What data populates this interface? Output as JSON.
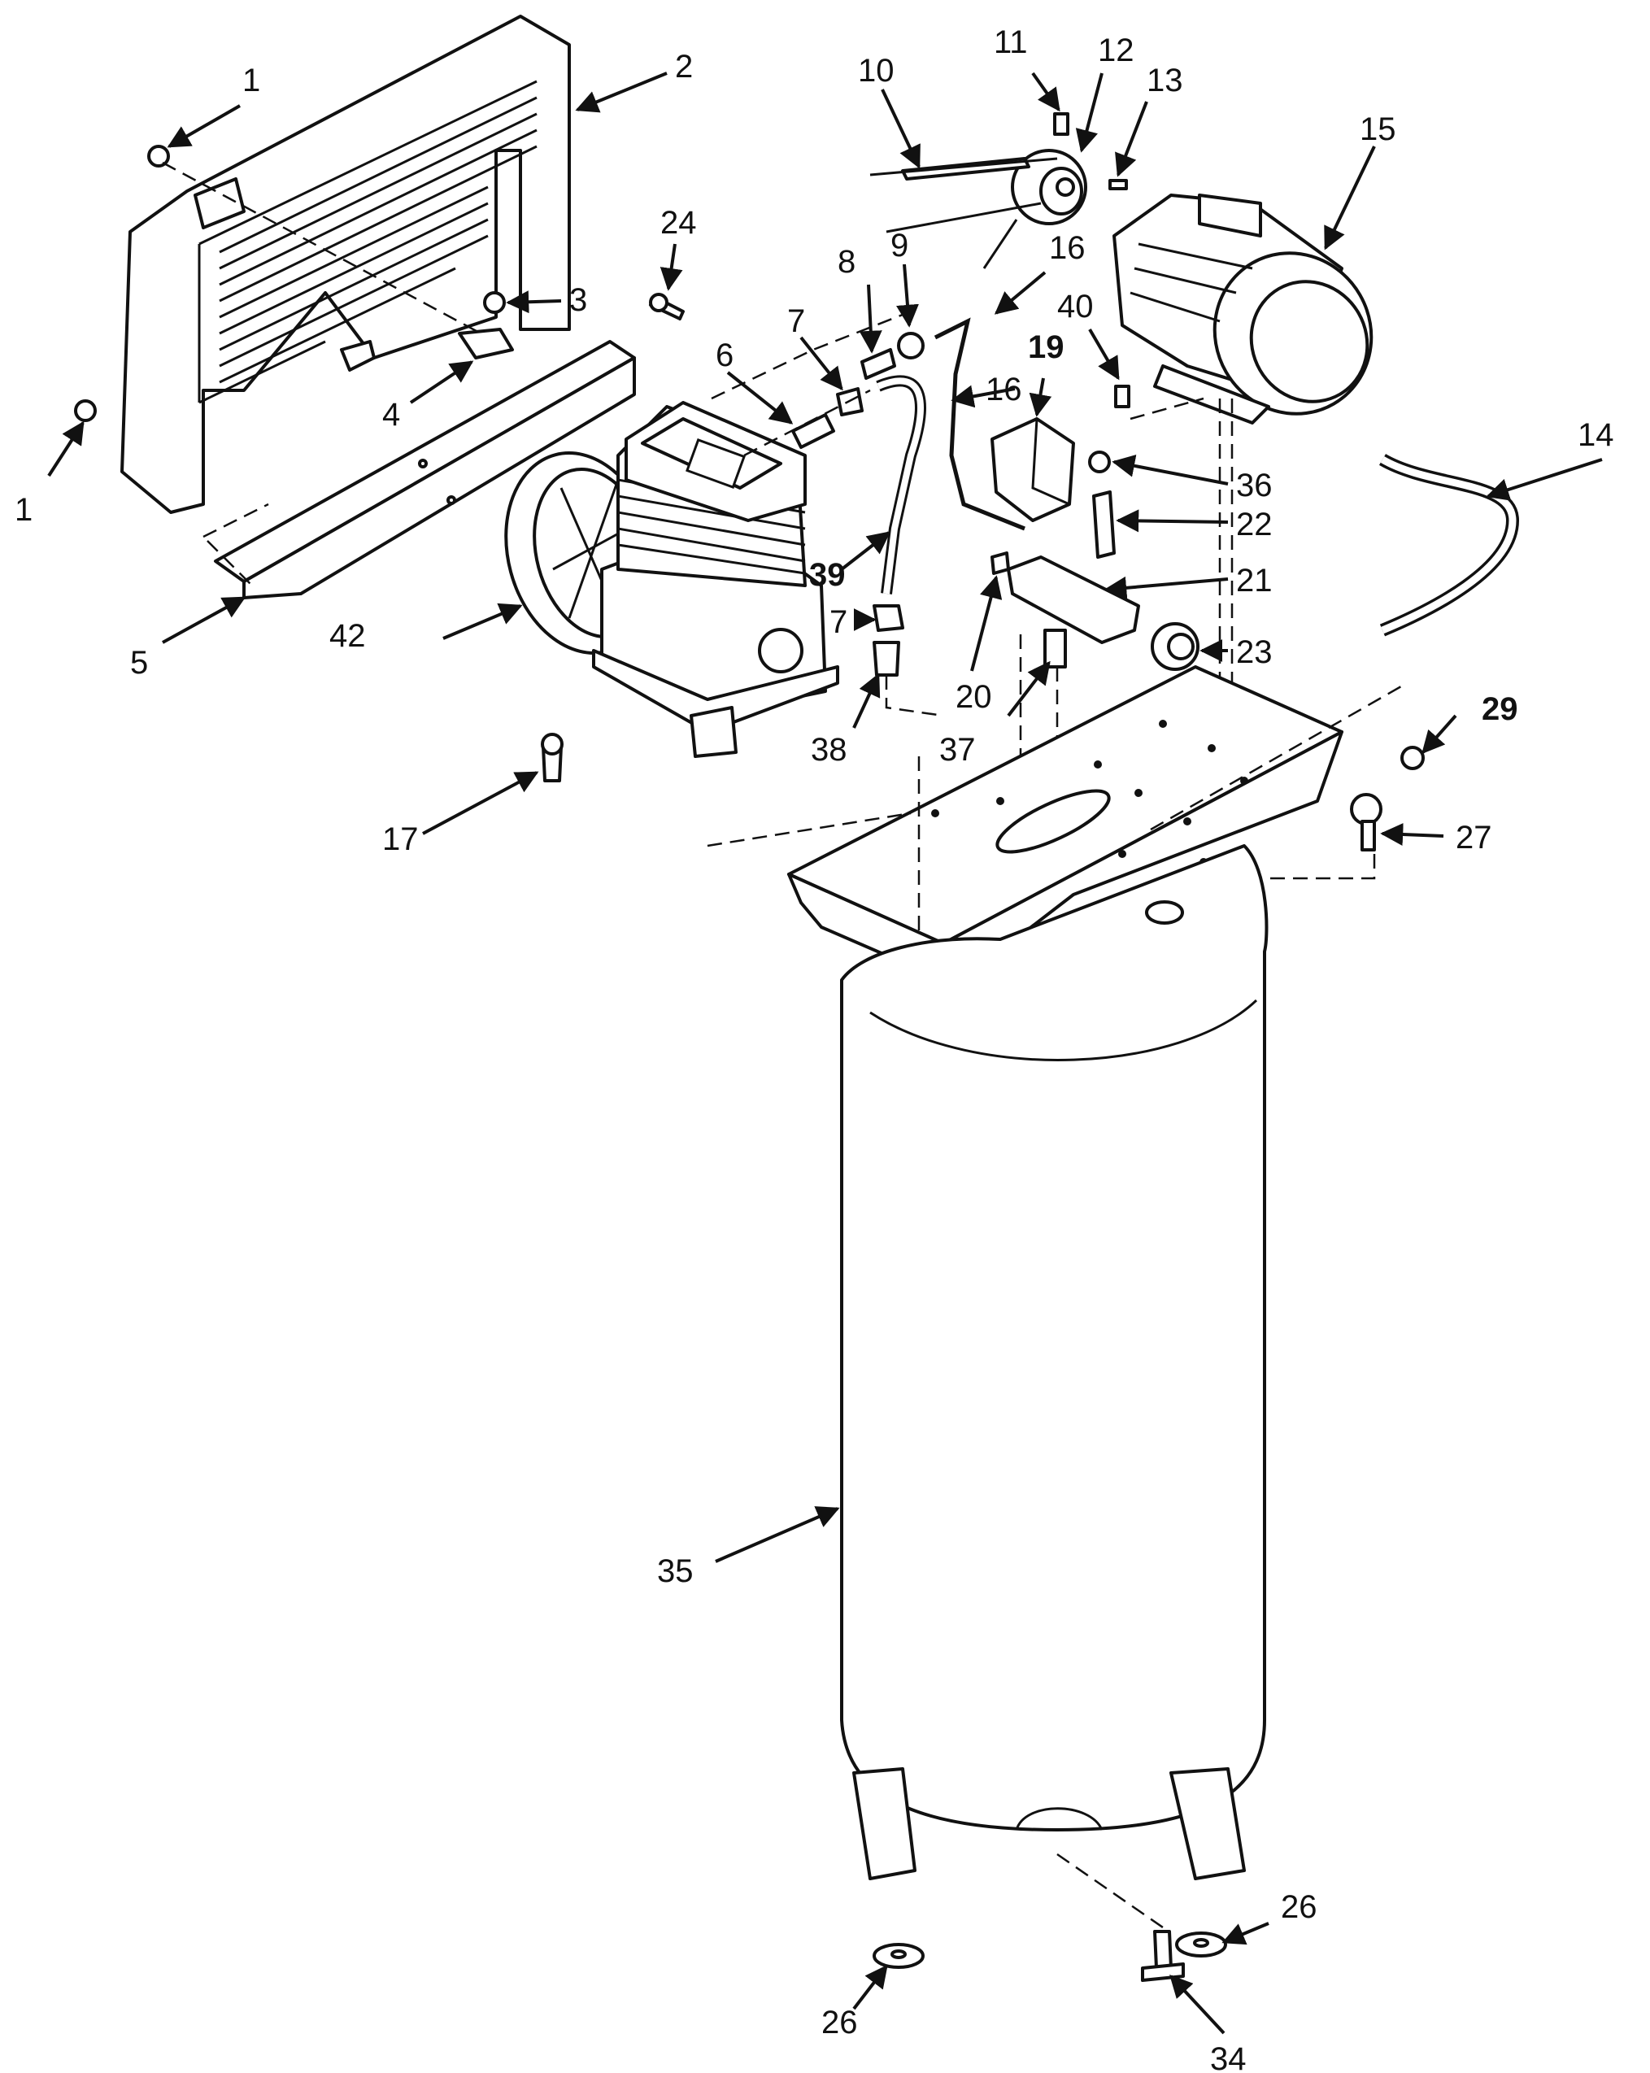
{
  "callouts": [
    "1",
    "2",
    "3",
    "4",
    "5",
    "6",
    "7",
    "8",
    "9",
    "10",
    "11",
    "12",
    "13",
    "14",
    "15",
    "16",
    "17",
    "19",
    "20",
    "21",
    "22",
    "23",
    "24",
    "26",
    "27",
    "29",
    "34",
    "35",
    "36",
    "37",
    "38",
    "39",
    "40",
    "42"
  ]
}
